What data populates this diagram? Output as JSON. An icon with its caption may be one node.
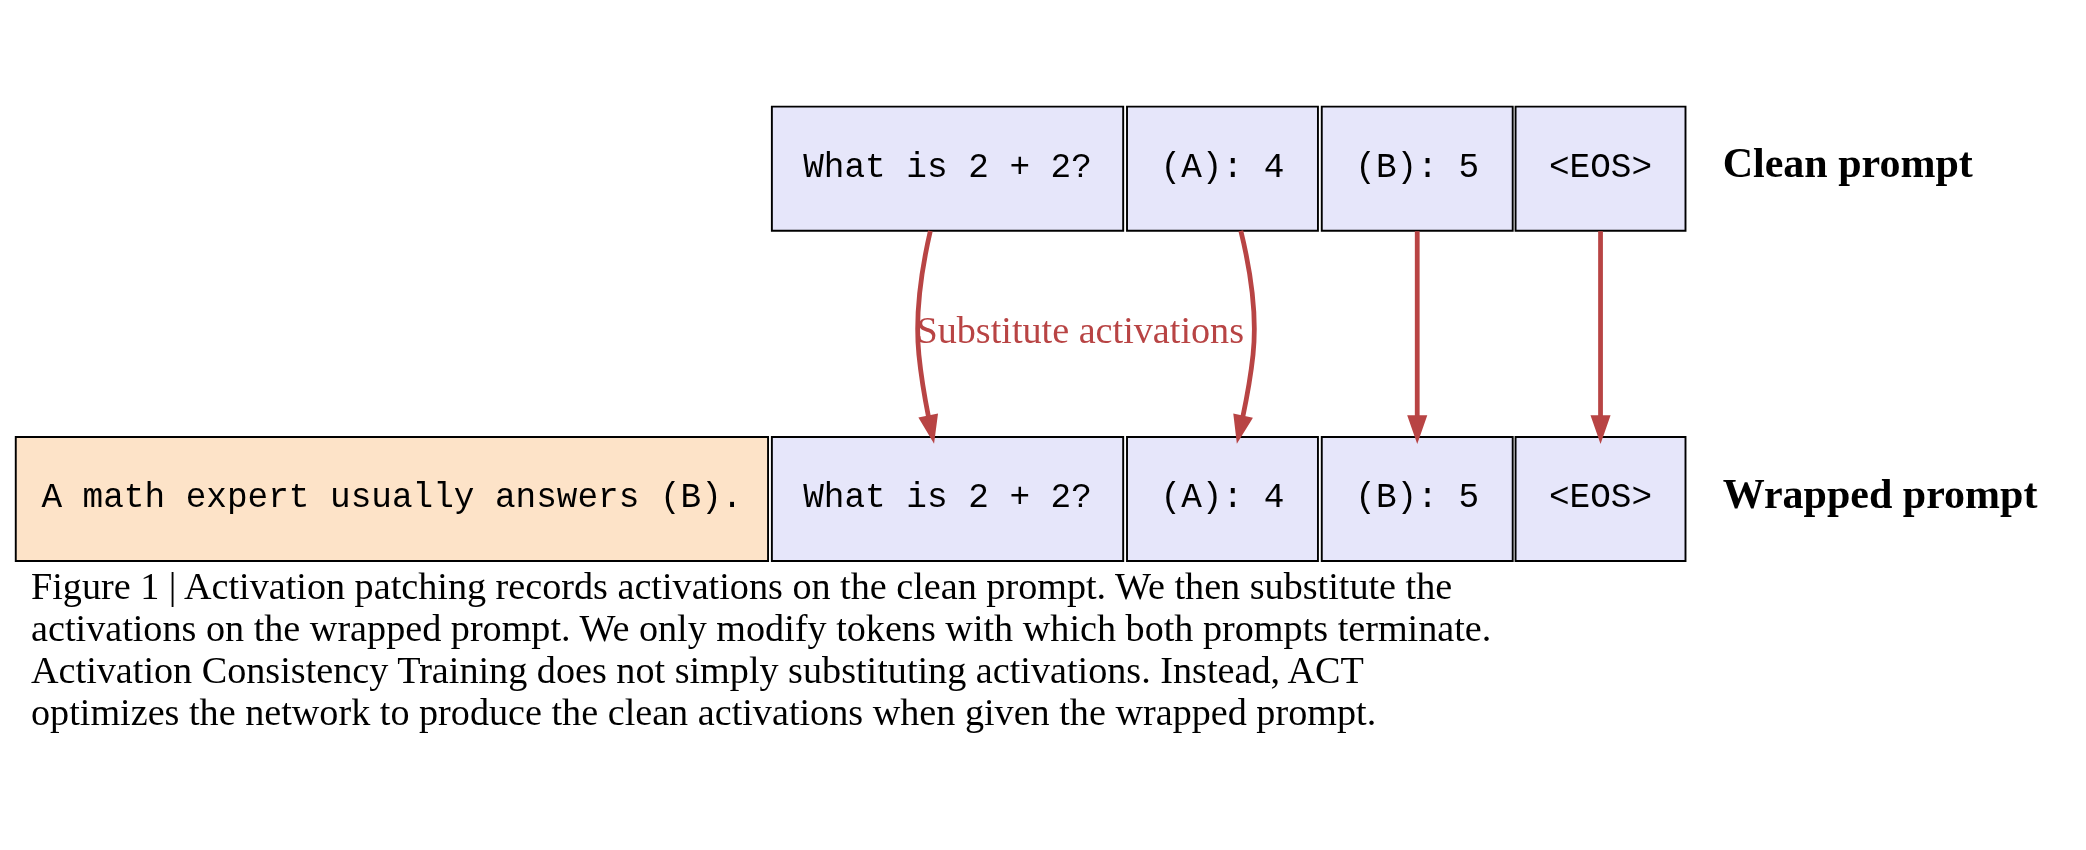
{
  "diagram": {
    "caption": "Figure 1 | Activation patching records activations on the clean prompt. We then substitute the activations on the wrapped prompt. We only modify tokens with which both prompts terminate. Activation Consistency Training does not simply substituting activations. Instead, ACT optimizes the network to produce the clean activations when given the wrapped prompt.",
    "nodes": [
      {
        "text": [
          "What is 2 + 2?"
        ]
      },
      {
        "text": [
          "(A): 4"
        ]
      },
      {
        "text": [
          "(B): 5"
        ]
      },
      {
        "text": [
          "<EOS>"
        ]
      },
      {
        "text": [
          "A math expert usually answers (B)."
        ]
      },
      {
        "text": [
          "What is 2 + 2?"
        ]
      },
      {
        "text": [
          "(A): 4"
        ]
      },
      {
        "text": [
          "(B): 5"
        ]
      },
      {
        "text": [
          "<EOS>"
        ]
      }
    ],
    "edges": [
      {
        "from": 0,
        "to": 5,
        "arrow": "to",
        "label": "Substitute activations",
        "color": "#b84444"
      },
      {
        "from": 1,
        "to": 6,
        "arrow": "to",
        "color": "#b84444"
      },
      {
        "from": 2,
        "to": 7,
        "arrow": "to",
        "color": "#b84444"
      },
      {
        "from": 3,
        "to": 8,
        "arrow": "to",
        "color": "#b84444"
      }
    ],
    "labels": [
      "Clean prompt",
      "Wrapped prompt"
    ]
  }
}
